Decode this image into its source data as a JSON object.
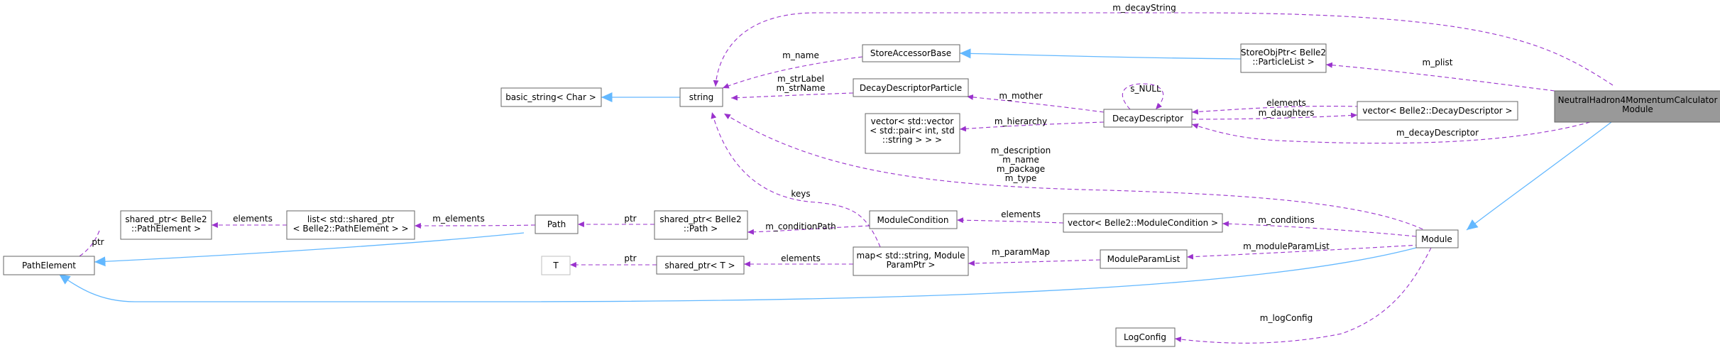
{
  "colors": {
    "dependency_edge": "#9a32cd",
    "inheritance_edge": "#63b8ff",
    "focus_node_fill": "#999999",
    "node_border": "#666666"
  },
  "nodes": {
    "neutral_hadron": [
      "NeutralHadron4MomentumCalculator",
      "Module"
    ],
    "module": [
      "Module"
    ],
    "store_obj_ptr": [
      "StoreObjPtr< Belle2",
      "::ParticleList >"
    ],
    "store_accessor_base": [
      "StoreAccessorBase"
    ],
    "string": [
      "string"
    ],
    "basic_string": [
      "basic_string< Char >"
    ],
    "decay_descriptor_particle": [
      "DecayDescriptorParticle"
    ],
    "decay_descriptor": [
      "DecayDescriptor"
    ],
    "vector_decay_descriptor": [
      "vector< Belle2::DecayDescriptor >"
    ],
    "vector_pair": [
      "vector< std::vector",
      "< std::pair< int, std",
      "::string > > >"
    ],
    "shared_ptr_path_element": [
      "shared_ptr< Belle2",
      "::PathElement >"
    ],
    "list_shared_ptr": [
      "list< std::shared_ptr",
      "< Belle2::PathElement > >"
    ],
    "path": [
      "Path"
    ],
    "shared_ptr_path": [
      "shared_ptr< Belle2",
      "::Path >"
    ],
    "module_condition": [
      "ModuleCondition"
    ],
    "vector_module_condition": [
      "vector< Belle2::ModuleCondition >"
    ],
    "path_element": [
      "PathElement"
    ],
    "t": [
      "T"
    ],
    "shared_ptr_t": [
      "shared_ptr< T >"
    ],
    "map_param": [
      "map< std::string, Module",
      "ParamPtr >"
    ],
    "module_param_list": [
      "ModuleParamList"
    ],
    "log_config": [
      "LogConfig"
    ]
  },
  "edge_labels": {
    "m_decayString": [
      "m_decayString"
    ],
    "m_plist": [
      "m_plist"
    ],
    "m_name": [
      "m_name"
    ],
    "m_strLabel": [
      "m_strLabel",
      "m_strName"
    ],
    "s_NULL": [
      "s_NULL"
    ],
    "m_mother": [
      "m_mother"
    ],
    "elements_dd": [
      "elements"
    ],
    "m_daughters": [
      "m_daughters"
    ],
    "m_hierarchy": [
      "m_hierarchy"
    ],
    "m_decayDescriptor": [
      "m_decayDescriptor"
    ],
    "m_description": [
      "m_description",
      "m_name",
      "m_package",
      "m_type"
    ],
    "keys": [
      "keys"
    ],
    "elements_pe": [
      "elements"
    ],
    "m_elements": [
      "m_elements"
    ],
    "ptr_path": [
      "ptr"
    ],
    "ptr_pe": [
      "ptr"
    ],
    "m_conditionPath": [
      "m_conditionPath"
    ],
    "elements_mc": [
      "elements"
    ],
    "m_conditions": [
      "m_conditions"
    ],
    "ptr_t": [
      "ptr"
    ],
    "elements_map": [
      "elements"
    ],
    "m_paramMap": [
      "m_paramMap"
    ],
    "m_moduleParamList": [
      "m_moduleParamList"
    ],
    "m_logConfig": [
      "m_logConfig"
    ]
  }
}
